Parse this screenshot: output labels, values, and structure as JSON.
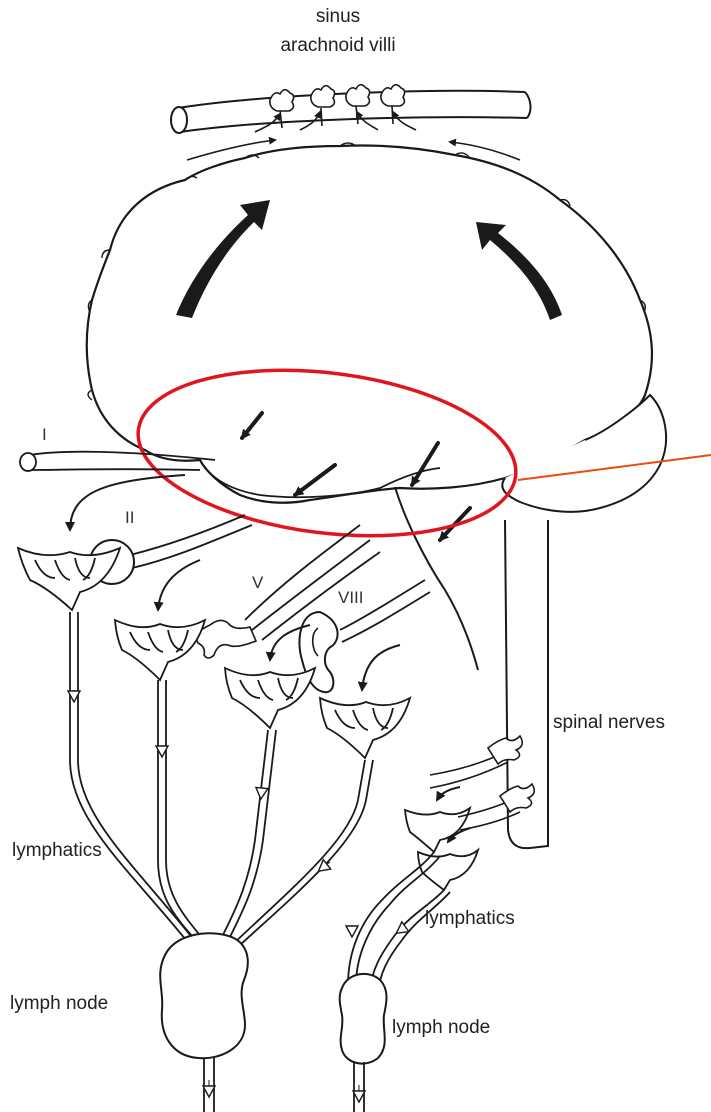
{
  "labels": {
    "sinus": "sinus",
    "arachnoid_villi": "arachnoid villi",
    "lymphatics_left": "lymphatics",
    "lymph_node_left": "lymph node",
    "lymphatics_right": "lymphatics",
    "lymph_node_right": "lymph node",
    "spinal_nerves": "spinal nerves"
  },
  "cranial_nerves": [
    "I",
    "II",
    "V",
    "VIII"
  ],
  "colors": {
    "line": "#1a1a1a",
    "highlight_ellipse": "#e0161c",
    "pointer_line": "#ee4a10",
    "background": "#ffffff"
  }
}
